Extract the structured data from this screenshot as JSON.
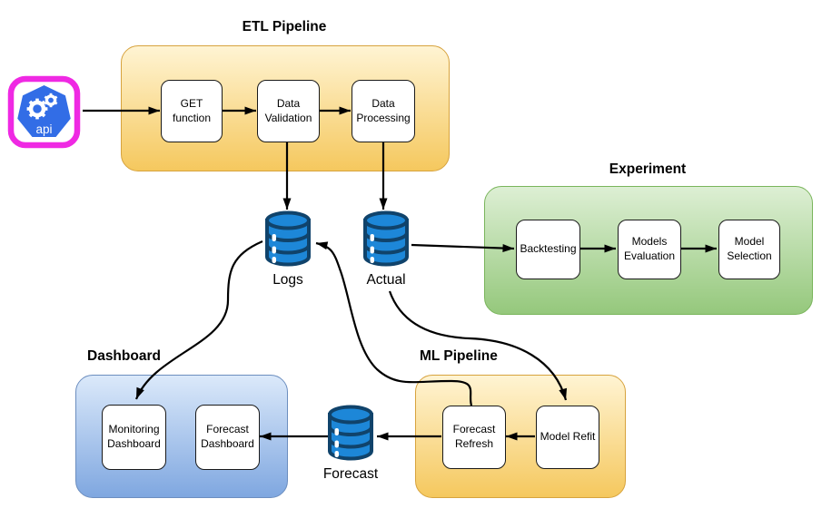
{
  "groups": {
    "etl": {
      "title": "ETL Pipeline",
      "boxes": [
        {
          "id": "get-function",
          "label": "GET\nfunction"
        },
        {
          "id": "data-validation",
          "label": "Data\nValidation"
        },
        {
          "id": "data-processing",
          "label": "Data\nProcessing"
        }
      ]
    },
    "experiment": {
      "title": "Experiment",
      "boxes": [
        {
          "id": "backtesting",
          "label": "Backtesting"
        },
        {
          "id": "models-evaluation",
          "label": "Models\nEvaluation"
        },
        {
          "id": "model-selection",
          "label": "Model\nSelection"
        }
      ]
    },
    "dashboard": {
      "title": "Dashboard",
      "boxes": [
        {
          "id": "monitoring-dashboard",
          "label": "Monitoring\nDashboard"
        },
        {
          "id": "forecast-dashboard",
          "label": "Forecast\nDashboard"
        }
      ]
    },
    "ml": {
      "title": "ML Pipeline",
      "boxes": [
        {
          "id": "forecast-refresh",
          "label": "Forecast\nRefresh"
        },
        {
          "id": "model-refit",
          "label": "Model Refit"
        }
      ]
    }
  },
  "databases": {
    "logs": {
      "label": "Logs"
    },
    "actual": {
      "label": "Actual"
    },
    "forecast": {
      "label": "Forecast"
    }
  },
  "api": {
    "label": "api"
  },
  "edges": [
    {
      "from": "api",
      "to": "get-function"
    },
    {
      "from": "get-function",
      "to": "data-validation"
    },
    {
      "from": "data-validation",
      "to": "data-processing"
    },
    {
      "from": "data-validation",
      "to": "logs"
    },
    {
      "from": "data-processing",
      "to": "actual"
    },
    {
      "from": "actual",
      "to": "backtesting"
    },
    {
      "from": "backtesting",
      "to": "models-evaluation"
    },
    {
      "from": "models-evaluation",
      "to": "model-selection"
    },
    {
      "from": "actual",
      "to": "model-refit",
      "style": "curved"
    },
    {
      "from": "model-refit",
      "to": "forecast-refresh"
    },
    {
      "from": "forecast-refresh",
      "to": "logs",
      "style": "curved"
    },
    {
      "from": "forecast-refresh",
      "to": "forecast"
    },
    {
      "from": "forecast",
      "to": "forecast-dashboard"
    },
    {
      "from": "logs",
      "to": "monitoring-dashboard",
      "style": "curved"
    }
  ],
  "colors": {
    "yellow_top": "#fff4d3",
    "yellow_bottom": "#f5c85e",
    "yellow_border": "#d7a33e",
    "green_top": "#ddefd4",
    "green_bottom": "#95c87c",
    "green_border": "#7ab55c",
    "blue_top": "#dbe9fa",
    "blue_bottom": "#7fa7e0",
    "blue_border": "#6c8ebf",
    "db_fill": "#1d87d8",
    "db_stroke": "#10436b",
    "api_ring": "#ef29e3",
    "api_hept": "#326de6",
    "arrow": "#000000",
    "node_border": "#1a1a1a",
    "node_fill": "#ffffff",
    "text": "#000000"
  }
}
